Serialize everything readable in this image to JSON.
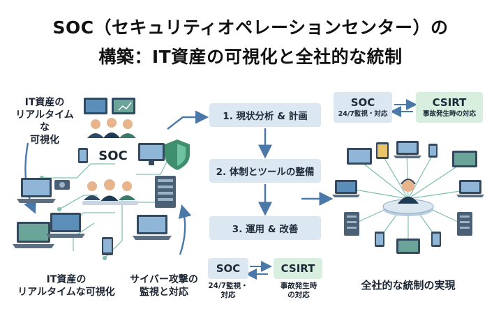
{
  "title": {
    "line1": "SOC（セキュリティオペレーションセンター）の",
    "line2": "構築：IT資産の可視化と全社的な統制"
  },
  "left": {
    "caption_top": [
      "IT資産の",
      "リアルタイムな",
      "可視化"
    ],
    "center_label": "SOC",
    "caption_bottom": [
      "IT資産の",
      "リアルタイムな可視化"
    ],
    "caption_attack": [
      "サイバー攻撃の",
      "監視と対応"
    ]
  },
  "steps": [
    "1. 現状分析 & 計画",
    "2. 体制とツールの整備",
    "3. 運用 & 改善"
  ],
  "bottom_pair": {
    "soc": {
      "name": "SOC",
      "desc": [
        "24/7監視・",
        "対応"
      ]
    },
    "csirt": {
      "name": "CSIRT",
      "desc": [
        "事故発生時",
        "の対応"
      ]
    }
  },
  "top_pair": {
    "soc": {
      "name": "SOC",
      "desc": "24/7監視・対応"
    },
    "csirt": {
      "name": "CSIRT",
      "desc": "事故発生時の対応"
    }
  },
  "right": {
    "caption": "全社的な統制の実現"
  },
  "colors": {
    "accent_blue": "#4a78a8",
    "box_blue": "#dbe7f1",
    "box_green": "#d8efe0",
    "shield_green": "#3f8f6e",
    "circuit_teal": "#6fb7a8",
    "device_dark": "#34495e"
  },
  "icons": [
    "shield-icon",
    "server-icon",
    "laptop-icon",
    "monitor-icon",
    "smartphone-icon",
    "tablet-icon",
    "headset-operator-icon",
    "camera-icon",
    "arrow-icon",
    "swap-arrows-icon"
  ]
}
